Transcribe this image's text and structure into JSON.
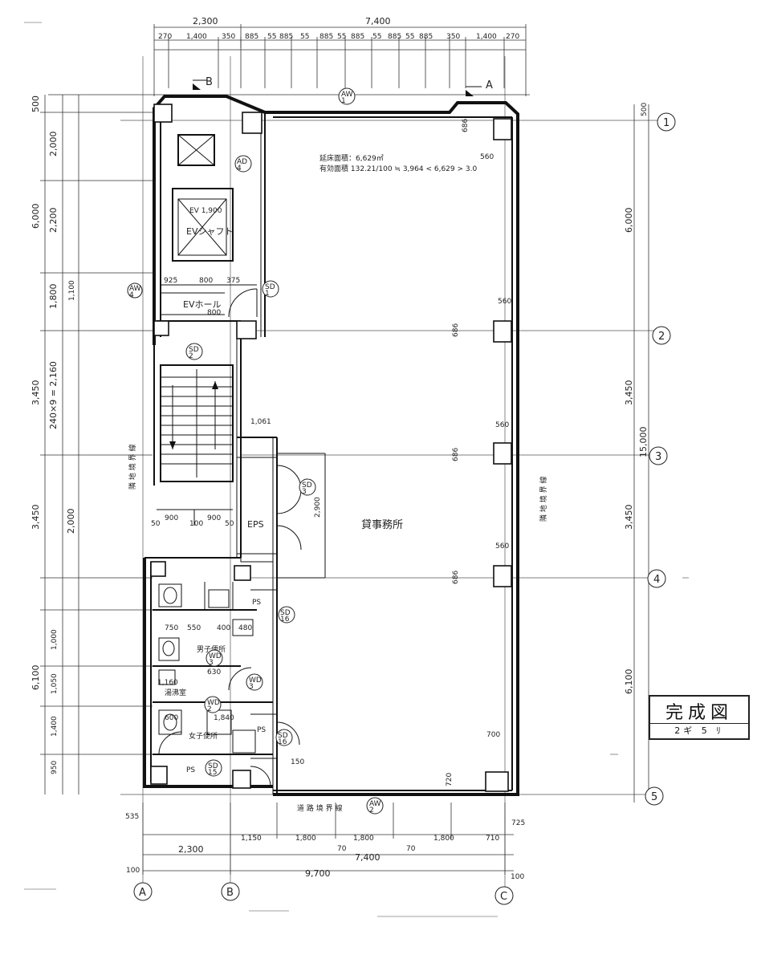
{
  "stamp": {
    "title": "完成図",
    "sub": "2ギ 5 ﾘ"
  },
  "axes": {
    "rows": [
      "1",
      "2",
      "3",
      "4",
      "5"
    ],
    "cols": [
      "A",
      "B",
      "C"
    ]
  },
  "dims": {
    "top_total": "7,400",
    "top_left": "2,300",
    "top_segments": [
      "270",
      "1,400",
      "350",
      "885",
      "55",
      "885",
      "55",
      "885",
      "55",
      "885",
      "55",
      "885",
      "55",
      "885",
      "350",
      "1,400",
      "270"
    ],
    "bottom_segments": [
      "1,150",
      "1,800",
      "70",
      "1,800",
      "70",
      "1,800",
      "710"
    ],
    "bottom_mid": "7,400",
    "bottom_left": "2,300",
    "bottom_total": "9,700",
    "bottom_100_l": "100",
    "bottom_100_r": "100",
    "bottom_535": "535",
    "bottom_725": "725",
    "right_6000a": "6,000",
    "right_3450a": "3,450",
    "right_15000": "15,000",
    "right_3450b": "3,450",
    "right_6100": "6,100",
    "right_500": "500",
    "left_500": "500",
    "left_6000": "6,000",
    "left_2000": "2,000",
    "left_2200": "2,200",
    "left_1800": "1,800",
    "left_3450a": "3,450",
    "left_3450b": "3,450",
    "left_6100": "6,100",
    "left_stair": "240×9 = 2,160",
    "left_2000b": "2,000",
    "left_1000": "1,000",
    "left_1050": "1,050",
    "left_1400": "1,400",
    "left_950": "950",
    "left_1100": "1,100"
  },
  "rooms": {
    "office": "貸事務所",
    "ev_hall": "EVホール",
    "ev_shaft": "EVシャフト",
    "eps": "EPS",
    "ps1": "PS",
    "ps2": "PS",
    "ps3": "PS",
    "toilet_m": "男子便所",
    "toilet_f": "女子便所",
    "kitchen": "湯沸室",
    "aw1": "AW\n1",
    "aw2": "AW\n2",
    "aw4": "AW\n4"
  },
  "labels": {
    "mark_a": "A",
    "mark_b": "B",
    "area_note1": "延床面積：6,629㎡",
    "area_note2": "有効面積 132.21/100 ≒ 3,964 < 6,629 > 3.0",
    "ev_note": "EV 1,900",
    "hall_800a": "800",
    "hall_925": "925",
    "hall_375": "375",
    "hall_800b": "800",
    "stair_900a": "900",
    "stair_100": "100",
    "stair_900b": "900",
    "d1061": "1,061",
    "d2900": "2,900",
    "d686a": "686",
    "d686b": "686",
    "d686c": "686",
    "d686d": "686",
    "d560a": "560",
    "d560b": "560",
    "d560c": "560",
    "d560d": "560",
    "d700": "700",
    "d720": "720",
    "sd1": "SD\n1",
    "sd2": "SD\n2",
    "sd3": "SD\n3",
    "sd15": "SD\n15",
    "sd16a": "SD\n16",
    "sd16b": "SD\n16",
    "wd2": "WD\n2",
    "wd3": "WD\n3",
    "ad": "AD\n4",
    "bottom_note": "道 路 境 界 線",
    "side_note": "隣 地 境 界 線",
    "d750": "750",
    "d550": "550",
    "d400": "400",
    "d480": "480",
    "d630": "630",
    "d1160": "1,160",
    "d600": "600",
    "d1840": "1,840",
    "d150": "150",
    "d50a": "50",
    "d50b": "50"
  }
}
